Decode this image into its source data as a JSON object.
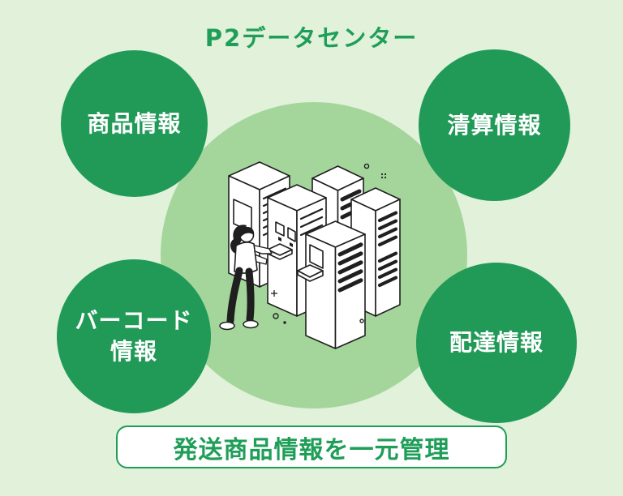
{
  "page": {
    "title": "P2データセンター",
    "background_color": "#e1f1da"
  },
  "diagram": {
    "center_circle_color": "#a4d69c",
    "node_color": "#219a58",
    "accent_green": "#1f9e58",
    "illustration": "isometric-server-racks-with-woman-operator",
    "nodes": [
      {
        "id": "product-info",
        "label": "商品情報",
        "position": "top-left"
      },
      {
        "id": "settlement-info",
        "label": "清算情報",
        "position": "top-right"
      },
      {
        "id": "barcode-info",
        "label": "バーコード情報",
        "position": "bottom-left"
      },
      {
        "id": "delivery-info",
        "label": "配達情報",
        "position": "bottom-right"
      }
    ]
  },
  "banner": {
    "label": "発送商品情報を一元管理"
  }
}
